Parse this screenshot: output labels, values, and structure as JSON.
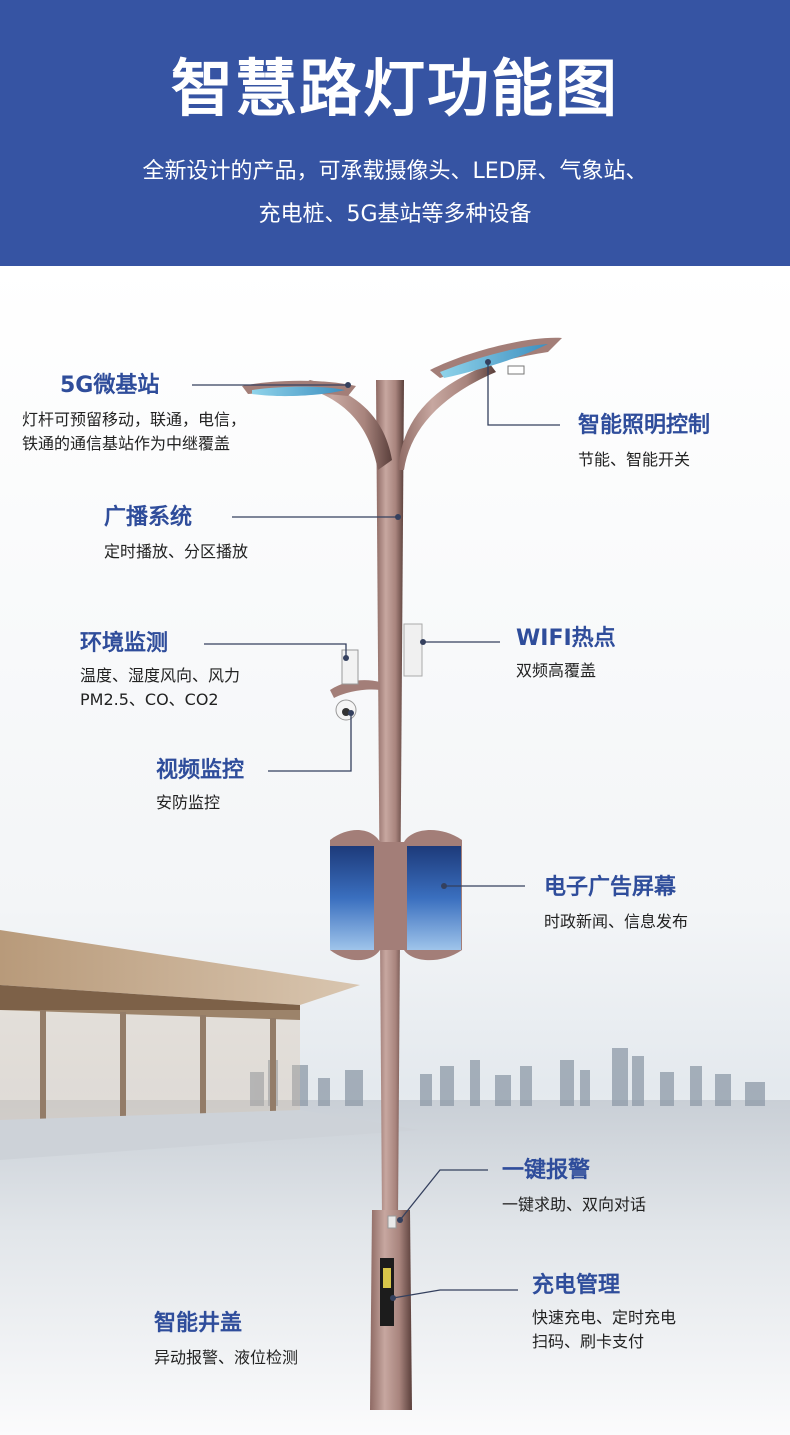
{
  "header": {
    "title": "智慧路灯功能图",
    "subtitle_line1": "全新设计的产品，可承载摄像头、LED屏、气象站、",
    "subtitle_line2": "充电桩、5G基站等多种设备"
  },
  "colors": {
    "header_bg": "#3654a3",
    "label_heading": "#2f4d9b",
    "pole": "#a37e78",
    "pole_dark": "#5a3f3b",
    "lamp_glow": "#5cb6d6"
  },
  "features": {
    "micro_base_station": {
      "title": "5G微基站",
      "desc1": "灯杆可预留移动，联通，电信，",
      "desc2": "铁通的通信基站作为中继覆盖"
    },
    "smart_lighting": {
      "title": "智能照明控制",
      "desc1": "节能、智能开关"
    },
    "broadcast": {
      "title": "广播系统",
      "desc1": "定时播放、分区播放"
    },
    "wifi": {
      "title": "WIFI热点",
      "desc1": "双频高覆盖"
    },
    "environment": {
      "title": "环境监测",
      "desc1": "温度、湿度风向、风力",
      "desc2": "PM2.5、CO、CO2"
    },
    "video": {
      "title": "视频监控",
      "desc1": "安防监控"
    },
    "ad_screen": {
      "title": "电子广告屏幕",
      "desc1": "时政新闻、信息发布"
    },
    "alarm": {
      "title": "一键报警",
      "desc1": "一键求助、双向对话"
    },
    "charging": {
      "title": "充电管理",
      "desc1": "快速充电、定时充电",
      "desc2": "扫码、刷卡支付"
    },
    "manhole": {
      "title": "智能井盖",
      "desc1": "异动报警、液位检测"
    }
  }
}
